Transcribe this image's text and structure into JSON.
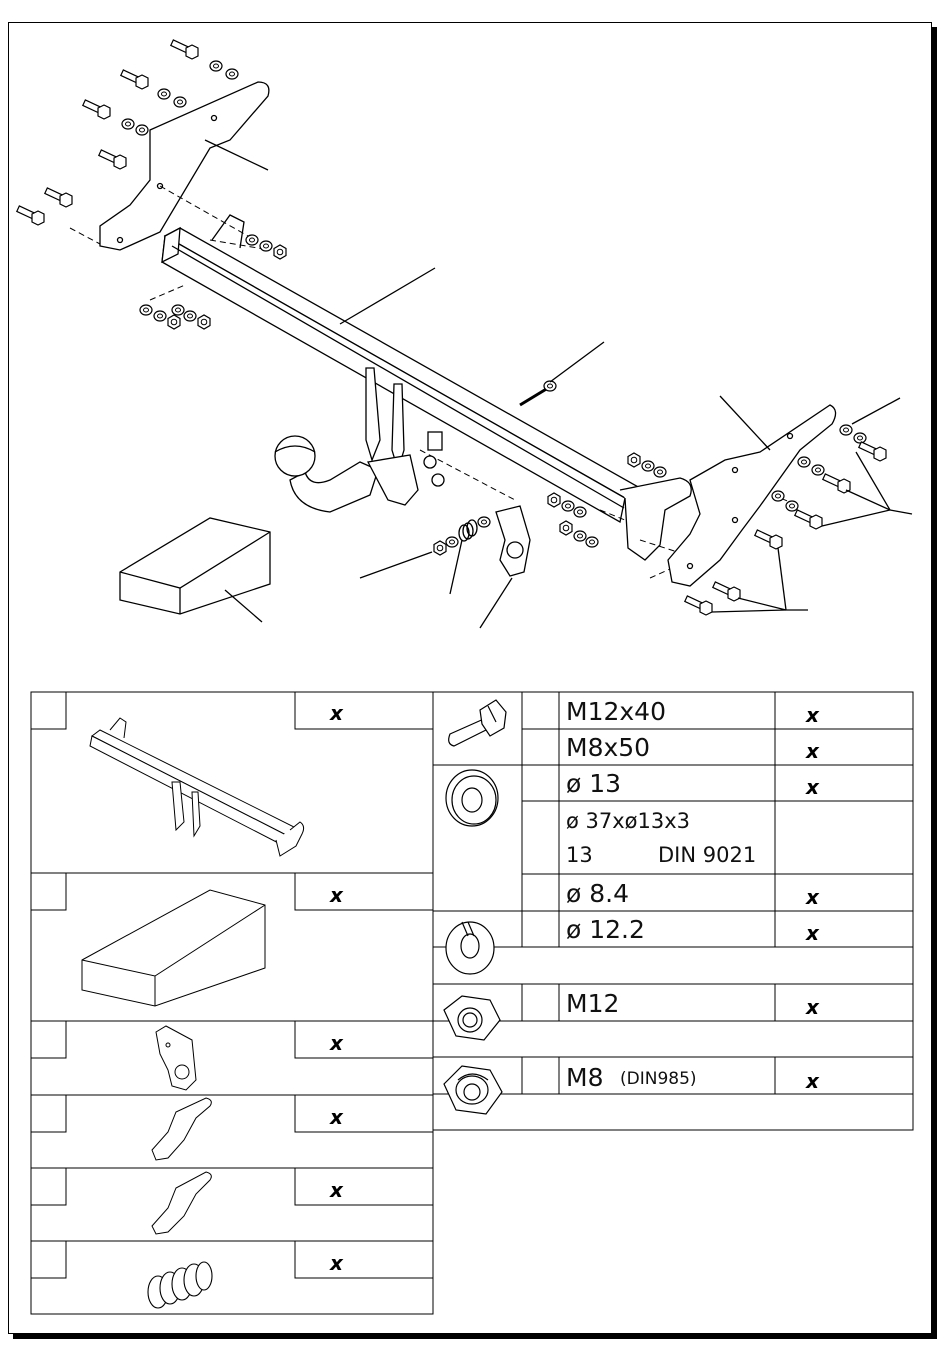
{
  "left_parts": [
    {
      "qty": "x"
    },
    {
      "qty": "x"
    },
    {
      "qty": "x"
    },
    {
      "qty": "x"
    },
    {
      "qty": "x"
    },
    {
      "qty": "x"
    }
  ],
  "right_parts": {
    "bolt_m12": {
      "label": "M12x40",
      "qty": "x"
    },
    "bolt_m8": {
      "label": "M8x50",
      "qty": "x"
    },
    "washer_13": {
      "label": "ø 13",
      "qty": "x"
    },
    "washer_big": {
      "label1": "ø 37xø13x3",
      "label2_a": "13",
      "label2_b": "DIN 9021",
      "qty": ""
    },
    "washer_84": {
      "label": "ø 8.4",
      "qty": "x"
    },
    "spring_washer": {
      "label": "ø 12.2",
      "qty": "x"
    },
    "nut_m12": {
      "label": "M12",
      "qty": "x"
    },
    "nut_m8": {
      "label": "M8",
      "label_note": "(DIN985)",
      "qty": "x"
    }
  }
}
